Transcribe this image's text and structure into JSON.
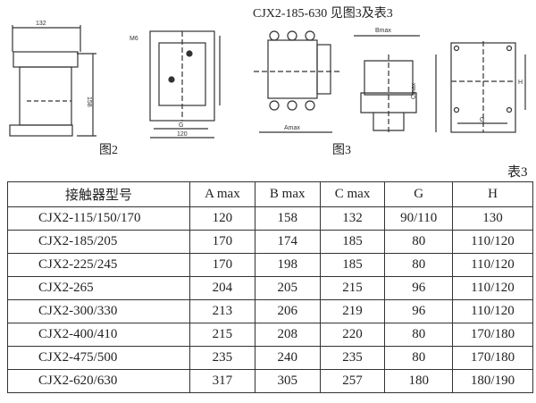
{
  "header": {
    "title": "CJX2-185-630 见图3及表3"
  },
  "figures": {
    "fig2_label": "图2",
    "fig3_label": "图3",
    "fig2_dims": {
      "width": "132",
      "height": "158",
      "mount": "M6",
      "g": "G",
      "base": "120"
    },
    "fig3_dims": {
      "a": "Amax",
      "b": "Bmax",
      "c": "Cmax",
      "g": "G",
      "h": "H"
    }
  },
  "table": {
    "label": "表3",
    "headers": [
      "接触器型号",
      "A max",
      "B max",
      "C max",
      "G",
      "H"
    ],
    "rows": [
      [
        "CJX2-115/150/170",
        "120",
        "158",
        "132",
        "90/110",
        "130"
      ],
      [
        "CJX2-185/205",
        "170",
        "174",
        "185",
        "80",
        "110/120"
      ],
      [
        "CJX2-225/245",
        "170",
        "198",
        "185",
        "80",
        "110/120"
      ],
      [
        "CJX2-265",
        "204",
        "205",
        "215",
        "96",
        "110/120"
      ],
      [
        "CJX2-300/330",
        "213",
        "206",
        "219",
        "96",
        "110/120"
      ],
      [
        "CJX2-400/410",
        "215",
        "208",
        "220",
        "80",
        "170/180"
      ],
      [
        "CJX2-475/500",
        "235",
        "240",
        "235",
        "80",
        "170/180"
      ],
      [
        "CJX2-620/630",
        "317",
        "305",
        "257",
        "180",
        "180/190"
      ]
    ]
  }
}
